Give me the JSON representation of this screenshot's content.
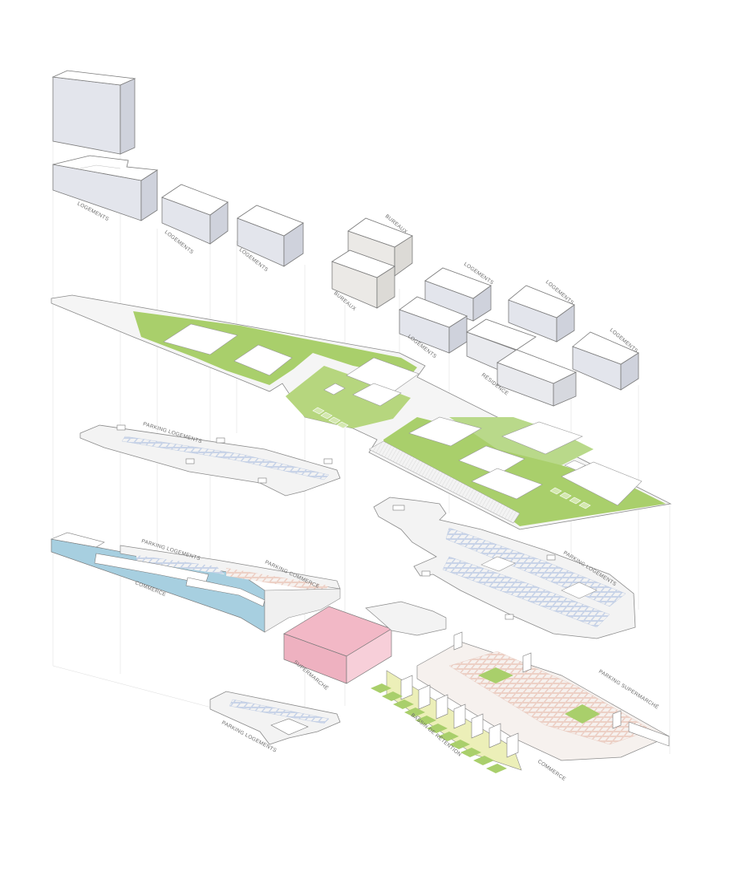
{
  "colors": {
    "background": "#ffffff",
    "building_top": "#ffffff",
    "building_left": "#e3e5ec",
    "building_right": "#cfd2dc",
    "building_dark": "#bcc0cc",
    "green": "#a9cf6b",
    "green_light": "#bcdc86",
    "slab": "#f3f3f3",
    "slab_edge": "#9a9a9a",
    "commerce_blue": "#a7cfe0",
    "supermarket_pink": "#f2b8c6",
    "commerce_yellow": "#ecefb8",
    "parking_lines_blue": "#a9bde0",
    "parking_lines_red": "#e6b8a8",
    "guide_lines": "#d8d8d8"
  },
  "labels": {
    "logements_1": "LOGEMENTS",
    "logements_2": "LOGEMENTS",
    "logements_3": "LOGEMENTS",
    "bureaux_1": "BUREAUX",
    "bureaux_2": "BUREAUX",
    "logements_4": "LOGEMENTS",
    "logements_5": "LOGEMENTS",
    "logements_6": "LOGEMENTS",
    "logements_7": "LOGEMENTS",
    "residence": "RÉSIDENCE",
    "parking_logements_1": "PARKING LOGEMENTS",
    "parking_logements_2": "PARKING LOGEMENTS",
    "parking_commerce": "PARKING COMMERCE",
    "commerce_1": "COMMERCE",
    "parking_logements_3": "PARKING LOGEMENTS",
    "supermarche": "SUPERMARCHÉ",
    "parking_supermarche": "PARKING SUPERMARCHÉ",
    "parking_logements_4": "PARKING LOGEMENTS",
    "bassin_retention": "BASSIN DE RÉTENTION",
    "commerce_2": "COMMERCE"
  }
}
